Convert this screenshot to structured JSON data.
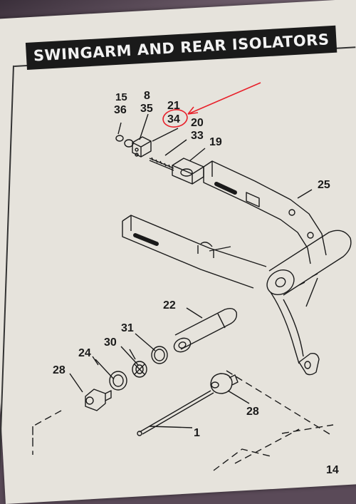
{
  "title": "SWINGARM AND REAR ISOLATORS",
  "labels": {
    "l15": "15",
    "l8": "8",
    "l36": "36",
    "l35": "35",
    "l21": "21",
    "l34": "34",
    "l20": "20",
    "l33": "33",
    "l19": "19",
    "l25": "25",
    "l22": "22",
    "l31": "31",
    "l30": "30",
    "l24": "24",
    "l28a": "28",
    "l28b": "28",
    "l1": "1",
    "l14": "14"
  },
  "colors": {
    "ink": "#1a1a1a",
    "paper": "#e6e3dc",
    "annotation": "#e8202a"
  }
}
